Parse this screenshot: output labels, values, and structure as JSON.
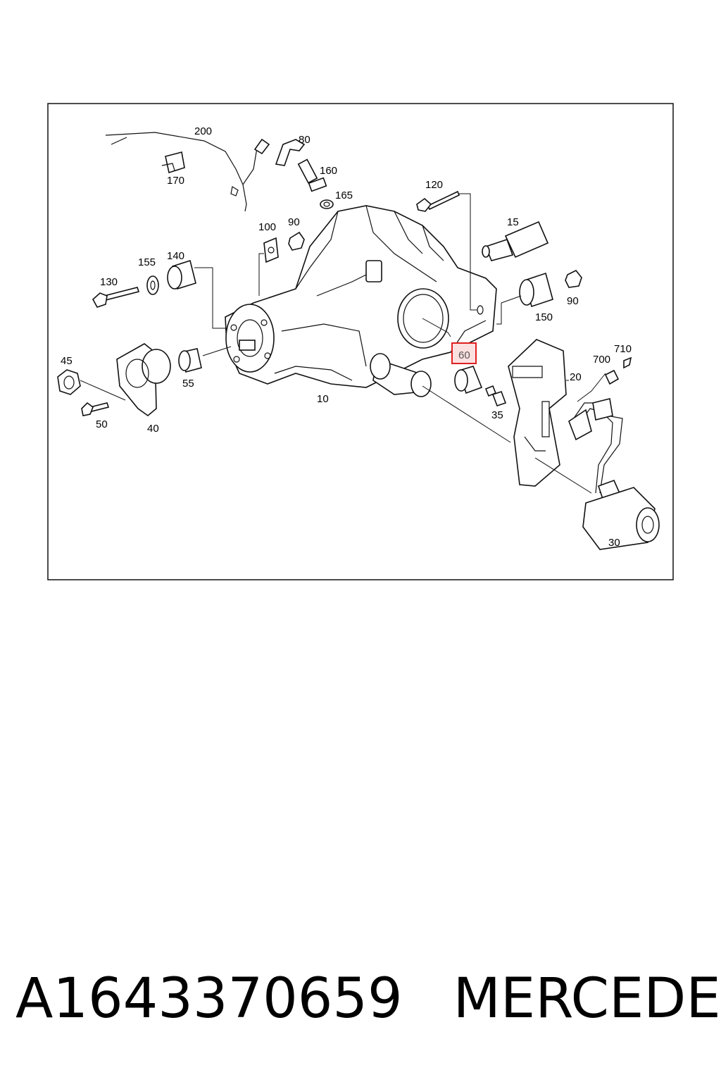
{
  "diagram": {
    "callouts": [
      "200",
      "80",
      "160",
      "165",
      "170",
      "120",
      "15",
      "100",
      "90",
      "140",
      "155",
      "130",
      "150",
      "45",
      "55",
      "40",
      "50",
      "60",
      "35",
      "10",
      "20",
      "700",
      "710",
      "30"
    ],
    "highlighted_callout": "60",
    "highlight_color": "#e02020"
  },
  "caption": {
    "part_number": "A1643370659",
    "brand": "MERCEDES"
  }
}
